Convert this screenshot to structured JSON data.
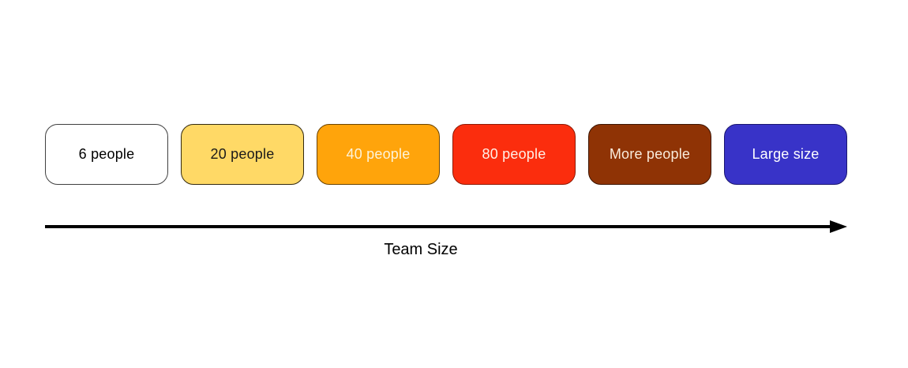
{
  "canvas": {
    "background": "#ffffff"
  },
  "diagram": {
    "boxes": [
      {
        "label": "6 people",
        "fill": "#ffffff",
        "text_color": "#000000",
        "border": "#404040"
      },
      {
        "label": "20 people",
        "fill": "#ffd966",
        "text_color": "#1a1a1a",
        "border": "#33290f"
      },
      {
        "label": "40 people",
        "fill": "#ffa40b",
        "text_color": "#fdf3d9",
        "border": "#6b4300"
      },
      {
        "label": "80 people",
        "fill": "#fb2d0d",
        "text_color": "#ffefe6",
        "border": "#8f1a05"
      },
      {
        "label": "More people",
        "fill": "#8f3305",
        "text_color": "#f9ecdc",
        "border": "#3d1502"
      },
      {
        "label": "Large size",
        "fill": "#3833c8",
        "text_color": "#ffffff",
        "border": "#1a1670"
      }
    ],
    "axis": {
      "label": "Team Size",
      "arrow_color": "#000000"
    }
  }
}
